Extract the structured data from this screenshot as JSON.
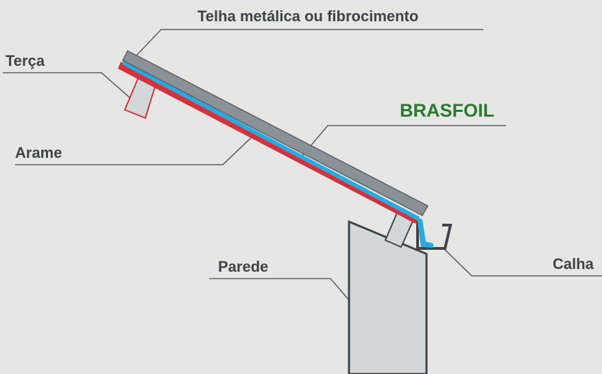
{
  "labels": {
    "telha": "Telha metálica ou fibrocimento",
    "terca": "Terça",
    "brasfoil": "BRASFOIL",
    "arame": "Arame",
    "parede": "Parede",
    "calha": "Calha"
  },
  "colors": {
    "background": "#e6e7e4",
    "roof_tile": "#8b9297",
    "roof_tile_edge": "#5a6066",
    "brasfoil_layer": "#2aa9df",
    "wire_layer": "#d5313b",
    "component_fill": "#d2d8d9",
    "leader_line": "#5a5f64",
    "label_text": "#3f4348",
    "brand_text": "#2a7a2e"
  }
}
